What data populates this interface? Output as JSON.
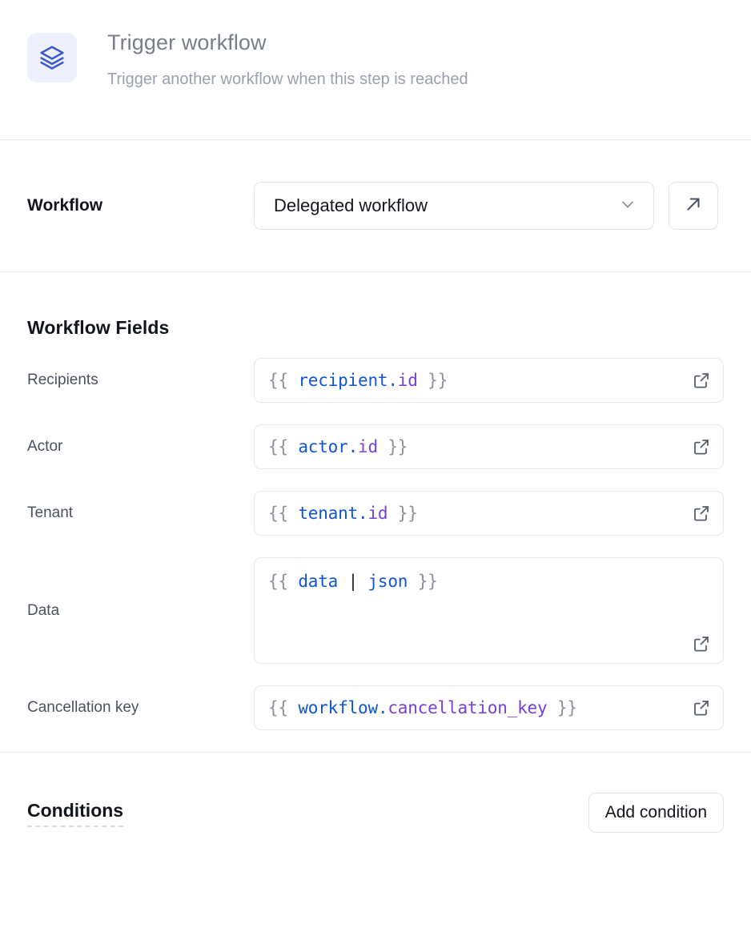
{
  "header": {
    "icon": "layers-icon",
    "title": "Trigger workflow",
    "subtitle": "Trigger another workflow when this step is reached",
    "icon_color": "#3e5bc9",
    "icon_bg": "#eef1fb"
  },
  "workflow_section": {
    "label": "Workflow",
    "selected": "Delegated workflow",
    "dropdown_icon": "chevron-down-icon",
    "open_icon": "arrow-up-right-icon"
  },
  "fields_section": {
    "title": "Workflow Fields",
    "external_icon": "external-link-icon",
    "fields": [
      {
        "label": "Recipients",
        "multiline": false,
        "tokens": [
          {
            "text": "{{ ",
            "type": "brace"
          },
          {
            "text": "recipient",
            "type": "ident"
          },
          {
            "text": ".",
            "type": "dot"
          },
          {
            "text": "id",
            "type": "prop"
          },
          {
            "text": " }}",
            "type": "brace"
          }
        ],
        "value": "{{ recipient.id }}"
      },
      {
        "label": "Actor",
        "multiline": false,
        "tokens": [
          {
            "text": "{{ ",
            "type": "brace"
          },
          {
            "text": "actor",
            "type": "ident"
          },
          {
            "text": ".",
            "type": "dot"
          },
          {
            "text": "id",
            "type": "prop"
          },
          {
            "text": " }}",
            "type": "brace"
          }
        ],
        "value": "{{ actor.id }}"
      },
      {
        "label": "Tenant",
        "multiline": false,
        "tokens": [
          {
            "text": "{{ ",
            "type": "brace"
          },
          {
            "text": "tenant",
            "type": "ident"
          },
          {
            "text": ".",
            "type": "dot"
          },
          {
            "text": "id",
            "type": "prop"
          },
          {
            "text": " }}",
            "type": "brace"
          }
        ],
        "value": "{{ tenant.id }}"
      },
      {
        "label": "Data",
        "multiline": true,
        "tokens": [
          {
            "text": "{{ ",
            "type": "brace"
          },
          {
            "text": "data",
            "type": "ident"
          },
          {
            "text": " | ",
            "type": "pipe"
          },
          {
            "text": "json",
            "type": "ident"
          },
          {
            "text": " }}",
            "type": "brace"
          }
        ],
        "value": "{{ data | json }}"
      },
      {
        "label": "Cancellation key",
        "multiline": false,
        "tokens": [
          {
            "text": "{{ ",
            "type": "brace"
          },
          {
            "text": "workflow",
            "type": "ident"
          },
          {
            "text": ".",
            "type": "dot"
          },
          {
            "text": "cancellation_key",
            "type": "prop"
          },
          {
            "text": " }}",
            "type": "brace"
          }
        ],
        "value": "{{ workflow.cancellation_key }}"
      }
    ]
  },
  "conditions_section": {
    "title": "Conditions",
    "add_label": "Add condition"
  },
  "colors": {
    "accent": "#3e5bc9",
    "token_ident": "#1155d4",
    "token_prop": "#7540d6",
    "token_brace": "#8b909b",
    "divider": "#e8eaee",
    "border": "#e3e5e9"
  }
}
